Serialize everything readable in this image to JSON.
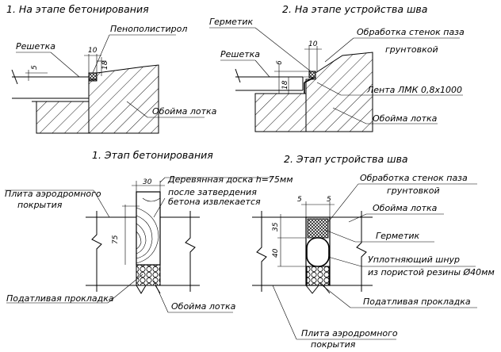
{
  "top_left": {
    "title": "1. На этапе бетонирования",
    "labels": {
      "foam": "Пенополистирол",
      "grate": "Решетка",
      "holder": "Обойма лотка"
    },
    "dims": {
      "d10": "10",
      "d5": "5",
      "d18": "18"
    }
  },
  "top_right": {
    "title": "2. На этапе устройства шва",
    "labels": {
      "sealant": "Герметик",
      "treatment_1": "Обработка стенок паза",
      "treatment_2": "грунтовкой",
      "grate": "Решетка",
      "tape": "Лента ЛМК 0,8x1000",
      "holder": "Обойма лотка"
    },
    "dims": {
      "d10": "10",
      "d6": "6",
      "d18": "18"
    }
  },
  "bottom_left": {
    "title": "1. Этап бетонирования",
    "labels": {
      "slab_1": "Плита аэродромного",
      "slab_2": "покрытия",
      "board": "Деревянная доска h=75мм",
      "after_1": "после затвердения",
      "after_2": "бетона извлекается",
      "pad": "Податливая прокладка",
      "holder": "Обойма лотка"
    },
    "dims": {
      "d30": "30",
      "d75": "75"
    }
  },
  "bottom_right": {
    "title": "2. Этап устройства шва",
    "labels": {
      "treatment_1": "Обработка стенок паза",
      "treatment_2": "грунтовкой",
      "holder": "Обойма лотка",
      "sealant": "Герметик",
      "cord_1": "Уплотняющий шнур",
      "cord_2": "из пористой резины Ø40мм",
      "pad": "Податливая прокладка",
      "slab_1": "Плита аэродромного",
      "slab_2": "покрытия"
    },
    "dims": {
      "d5a": "5",
      "d5b": "5",
      "d35": "35",
      "d40": "40"
    }
  }
}
